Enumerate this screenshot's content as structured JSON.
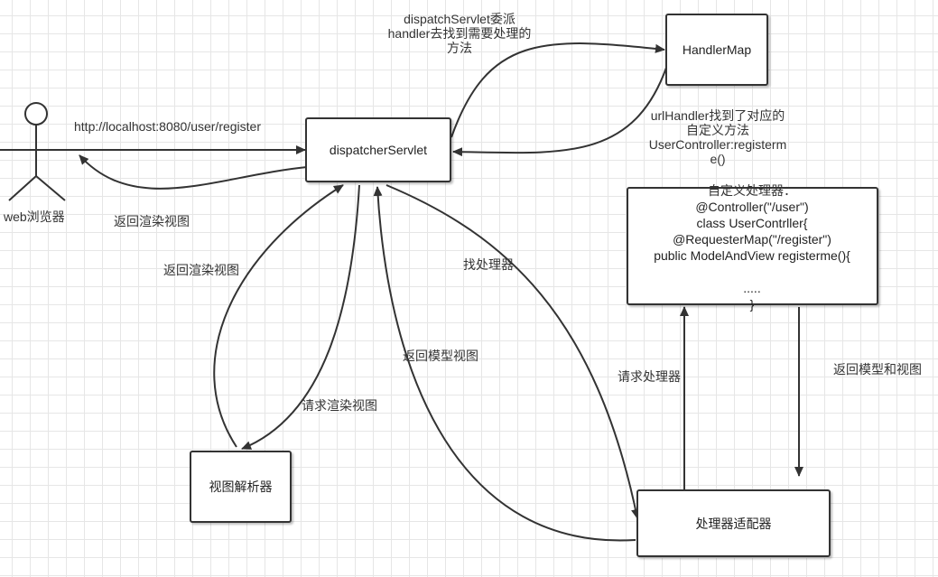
{
  "actor": {
    "label": "web浏览器"
  },
  "nodes": {
    "dispatcher": "dispatcherServlet",
    "handler_map": "HandlerMap",
    "custom_handler_title": "自定义处理器：",
    "custom_handler_code": [
      "@Controller(\"/user\")",
      "class UserContrller{",
      "@RequesterMap(\"/register\")",
      "public ModelAndView registerme(){",
      "",
      ".....",
      "}"
    ],
    "view_resolver": "视图解析器",
    "handler_adapter": "处理器适配器"
  },
  "edge_labels": {
    "request_url": "http://localhost:8080/user/register",
    "return_render_view_browser": "返回渲染视图",
    "dispatch_handler": [
      "dispatchServlet委派",
      "handler去找到需要处理的",
      "方法"
    ],
    "url_handler_found": [
      "urlHandler找到了对应的",
      "自定义方法",
      "UserController:registerm",
      "e()"
    ],
    "return_render_view": "返回渲染视图",
    "find_handler": "找处理器",
    "return_model_view": "返回模型视图",
    "request_render_view": "请求渲染视图",
    "request_handler": "请求处理器",
    "return_model_and_view": "返回模型和视图"
  }
}
